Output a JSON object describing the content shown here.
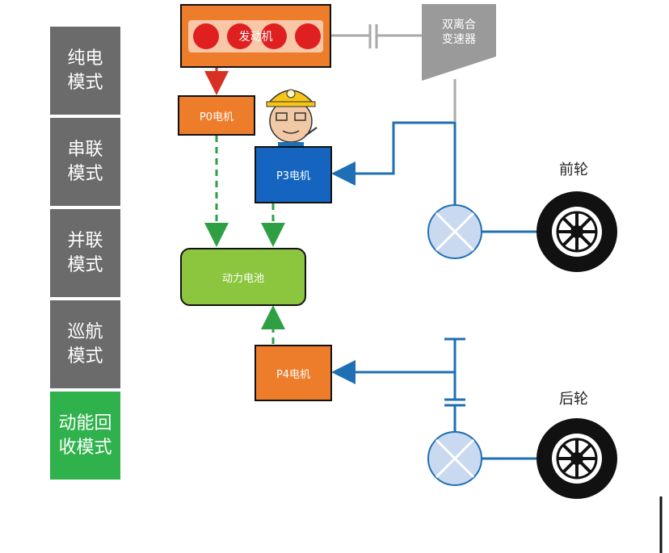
{
  "modes": [
    {
      "label": "纯电\n模式",
      "color": "#6b6b6b"
    },
    {
      "label": "串联\n模式",
      "color": "#6b6b6b"
    },
    {
      "label": "并联\n模式",
      "color": "#6b6b6b"
    },
    {
      "label": "巡航\n模式",
      "color": "#6b6b6b"
    },
    {
      "label": "动能回\n收模式",
      "color": "#2fb24c"
    }
  ],
  "components": {
    "engine": "发动机",
    "gearbox": "双离合\n变速器",
    "p0": "P0电机",
    "p3": "P3电机",
    "battery": "动力电池",
    "p4": "P4电机"
  },
  "wheels": {
    "front": "前轮",
    "rear": "后轮"
  },
  "colors": {
    "orange": "#ee7d2b",
    "blue": "#1565c0",
    "green": "#8cc63f",
    "flow_blue": "#1e6fb3",
    "dash_green": "#2ea043",
    "gray": "#a9a9a9",
    "arrow_red": "#d93025"
  }
}
